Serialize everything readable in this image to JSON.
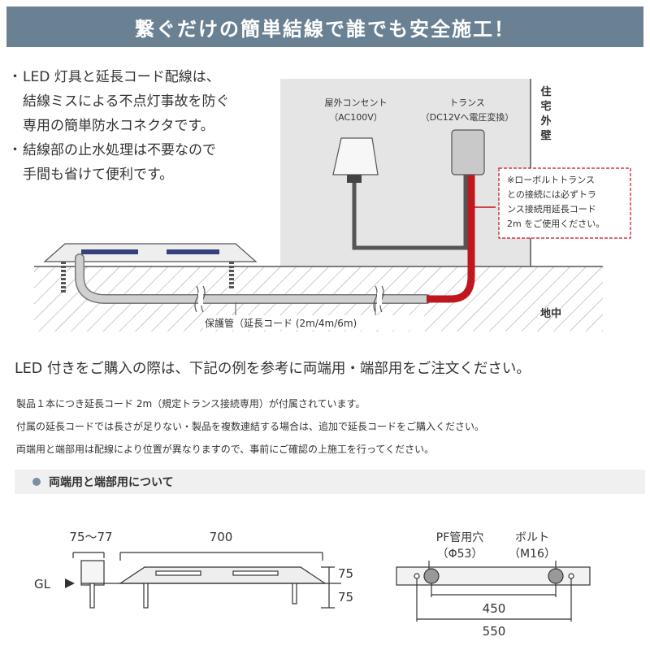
{
  "banner": "繋ぐだけの簡単結線で誰でも安全施工！",
  "bullets": [
    {
      "lines": [
        "LED 灯具と延長コード配線は、",
        "結線ミスによる不点灯事故を防ぐ",
        "専用の簡単防水コネクタです。"
      ]
    },
    {
      "lines": [
        "結線部の止水処理は不要なので",
        "手間も省けて便利です。"
      ]
    }
  ],
  "diagram": {
    "outlet_label": "屋外コンセント",
    "outlet_sub": "（AC100V）",
    "trans_label": "トランス",
    "trans_sub": "（DC12Vへ電圧変換）",
    "wall_label": [
      "住",
      "宅",
      "外",
      "壁"
    ],
    "callout": [
      "※ローボルトトランス",
      "との接続には必ずトラ",
      "ンス接続用延長コード",
      "2m をご使用ください。"
    ],
    "ground_label": "地中",
    "pipe_label": "保護管（延長コード (2m/4m/6m)",
    "colors": {
      "cord_red": "#c0161d",
      "pipe_gray": "#b8b8b8",
      "hatch": "#9a9a9a",
      "wall": "#e5e5e5"
    }
  },
  "intro": "LED 付きをご購入の際は、下記の例を参考に両端用・端部用をご注文ください。",
  "notes": [
    "製品１本につき延長コード 2m（規定トランス接続専用）が付属されています。",
    "付属の延長コードでは長さが足りない・製品を複数連結する場合は、追加で延長コードをご購入ください。",
    "両端用と端部用は配線により位置が異なりますので、事前にご確認の上施工を行ってください。"
  ],
  "section_title": "両端用と端部用について",
  "dims": {
    "gl": "GL",
    "d75_77": "75〜77",
    "d700": "700",
    "d75a": "75",
    "d75b": "75",
    "pf_label": "PF管用穴",
    "pf_sub": "（Φ53）",
    "bolt_label": "ボルト",
    "bolt_sub": "（M16）",
    "d450": "450",
    "d550": "550"
  }
}
